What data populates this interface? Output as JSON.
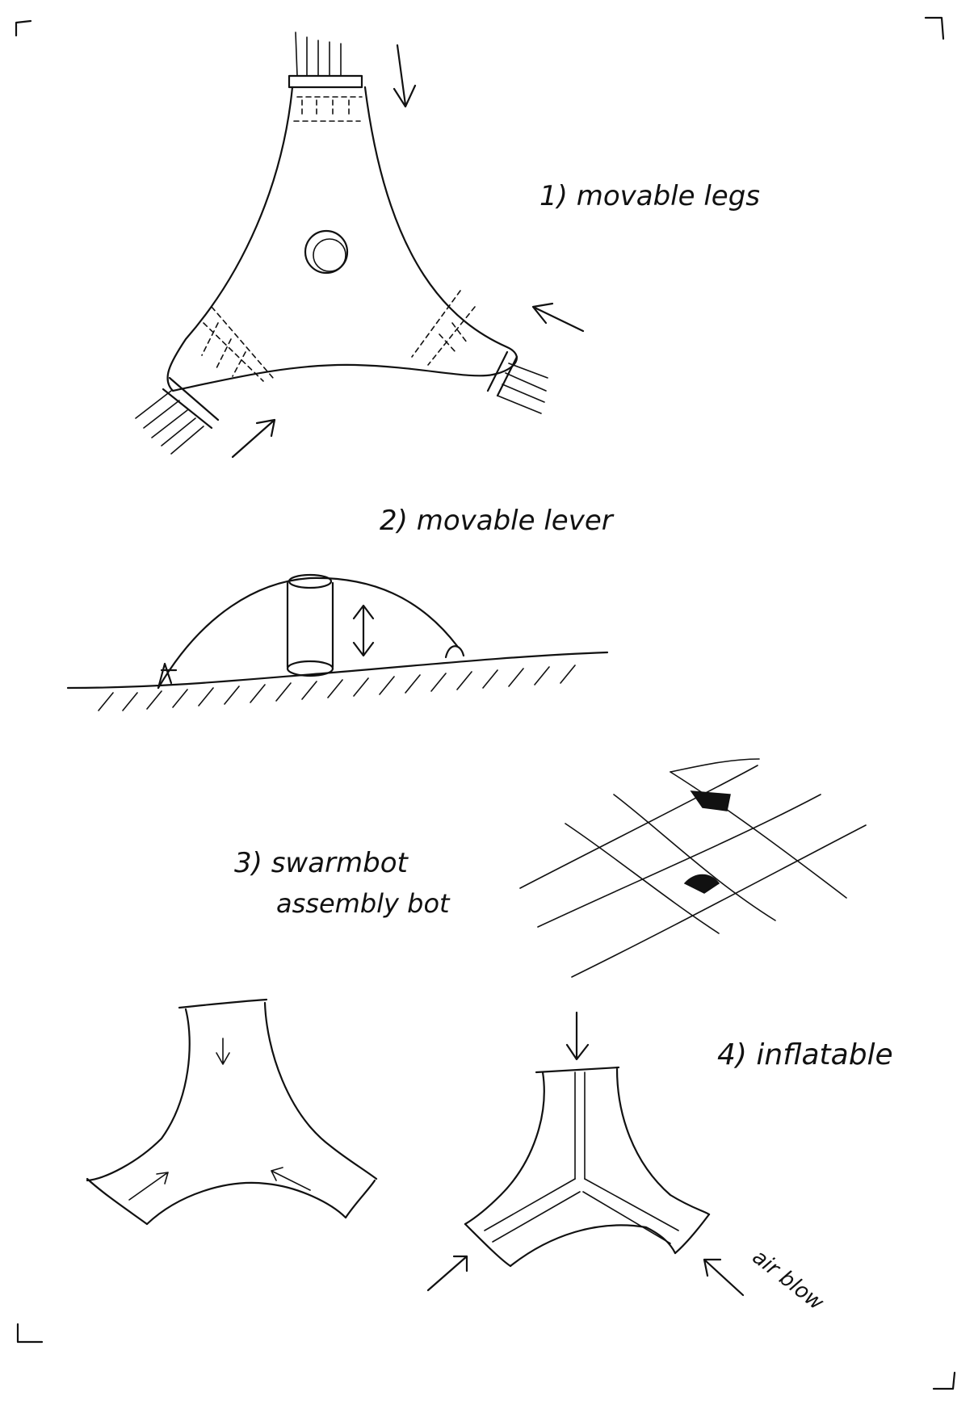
{
  "labels": {
    "step1": "1)  movable legs",
    "step2": "2)  movable lever",
    "step3_line1": "3)  swarmbot",
    "step3_line2": "assembly bot",
    "step4": "4)  inflatable",
    "air_blow": "air blow"
  },
  "colors": {
    "ink": "#111111",
    "paper": "#ffffff"
  }
}
